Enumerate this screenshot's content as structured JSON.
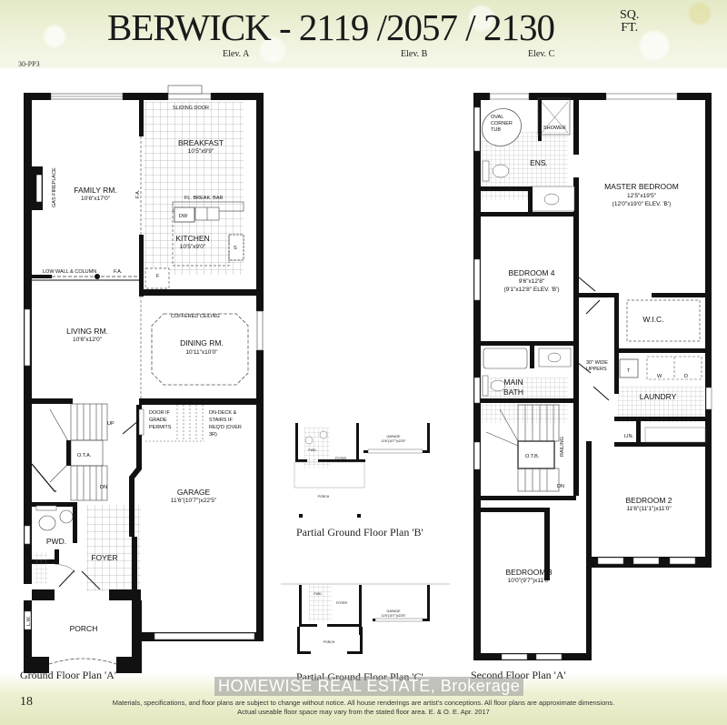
{
  "header": {
    "model_name": "BERWICK",
    "title": "BERWICK - 2119 /2057 / 2130",
    "sqft_unit_line1": "SQ.",
    "sqft_unit_line2": "FT.",
    "elevations": [
      {
        "label": "Elev. A",
        "sqft": "2119"
      },
      {
        "label": "Elev. B",
        "sqft": "2057"
      },
      {
        "label": "Elev. C",
        "sqft": "2130"
      }
    ],
    "plan_code": "30-PP3"
  },
  "ground_floor_a": {
    "caption": "Ground Floor Plan 'A'",
    "rooms": {
      "family": {
        "name": "FAMILY RM.",
        "dims": "10'6\"x17'0\""
      },
      "breakfast": {
        "name": "BREAKFAST",
        "dims": "10'5\"x9'9\""
      },
      "kitchen": {
        "name": "KITCHEN",
        "dims": "10'5\"x9'0\""
      },
      "living": {
        "name": "LIVING RM.",
        "dims": "10'6\"x12'0\""
      },
      "dining": {
        "name": "DINING RM.",
        "dims": "10'11\"x10'0\""
      },
      "garage": {
        "name": "GARAGE",
        "dims": "11'6\"(10'7\")x22'5\""
      },
      "pwd": {
        "name": "PWD."
      },
      "foyer": {
        "name": "FOYER"
      },
      "porch": {
        "name": "PORCH"
      },
      "ota": {
        "name": "O.T.A."
      }
    },
    "notes": {
      "sliding_door": "SLIDING DOOR",
      "gas_fireplace": "GAS FIREPLACE",
      "fa1": "F.A.",
      "fa2": "F.A.",
      "break_bar": "FL. BREAK. BAR",
      "dw": "DW",
      "sink": "S",
      "fridge": "F",
      "low_wall": "LOW WALL & COLUMN",
      "coffered": "COFFERED CEILING",
      "door_if": "DOOR IF",
      "grade": "GRADE",
      "permits": "PERMITS",
      "dn_deck1": "DN-DECK &",
      "dn_deck2": "STAIRS IF",
      "dn_deck3": "REQ'D (OVER",
      "dn_deck4": "3R)",
      "up": "UP",
      "dn": "DN",
      "lw": "L.W."
    }
  },
  "partial_b": {
    "caption": "Partial Ground Floor Plan 'B'",
    "rooms": {
      "pwd": "PWD.",
      "foyer": "FOYER",
      "porch": "PORCH",
      "garage": "GARAGE",
      "garage_dims": "11'6\"(10'7\")x22'5\""
    }
  },
  "partial_c": {
    "caption": "Partial Ground Floor Plan 'C'",
    "rooms": {
      "pwd": "PWD.",
      "foyer": "FOYER",
      "porch": "PORCH",
      "garage": "GARAGE",
      "garage_dims": "11'6\"(10'7\")x22'5\""
    }
  },
  "second_floor_a": {
    "caption": "Second Floor Plan 'A'",
    "rooms": {
      "master": {
        "name": "MASTER BEDROOM",
        "dims": "12'5\"x19'5\"",
        "alt": "(12'0\"x19'0\" ELEV. 'B')"
      },
      "ens": {
        "name": "ENS."
      },
      "tub": {
        "line1": "OVAL",
        "line2": "CORNER",
        "line3": "TUB"
      },
      "shower": {
        "name": "SHOWER"
      },
      "bed4": {
        "name": "BEDROOM 4",
        "dims": "9'6\"x12'8\"",
        "alt": "(9'1\"x12'8\" ELEV. 'B')"
      },
      "wic": {
        "name": "W.I.C."
      },
      "main_bath": {
        "line1": "MAIN",
        "line2": "BATH"
      },
      "laundry": {
        "name": "LAUNDRY",
        "t": "T",
        "w": "W",
        "d": "D"
      },
      "uppers": {
        "line1": "30\" WIDE",
        "line2": "UPPERS"
      },
      "lin": {
        "name": "LIN."
      },
      "otb": {
        "name": "O.T.B."
      },
      "railing": {
        "name": "RAILING"
      },
      "dn": {
        "name": "DN"
      },
      "bed2": {
        "name": "BEDROOM 2",
        "dims": "11'6\"(11'1\")x11'0\""
      },
      "bed3": {
        "name": "BEDROOM 3",
        "dims": "10'0\"(9'7\")x11'0\""
      }
    }
  },
  "footer": {
    "page_number": "18",
    "watermark": "HOMEWISE REAL ESTATE, Brokerage",
    "disclaimer_line1": "Materials, specifications, and floor plans are subject to change without notice. All house renderings are artist's conceptions. All floor plans are approximate dimensions.",
    "disclaimer_line2": "Actual useable floor space may vary from the stated floor area. E. & O. E. Apr. 2017"
  }
}
